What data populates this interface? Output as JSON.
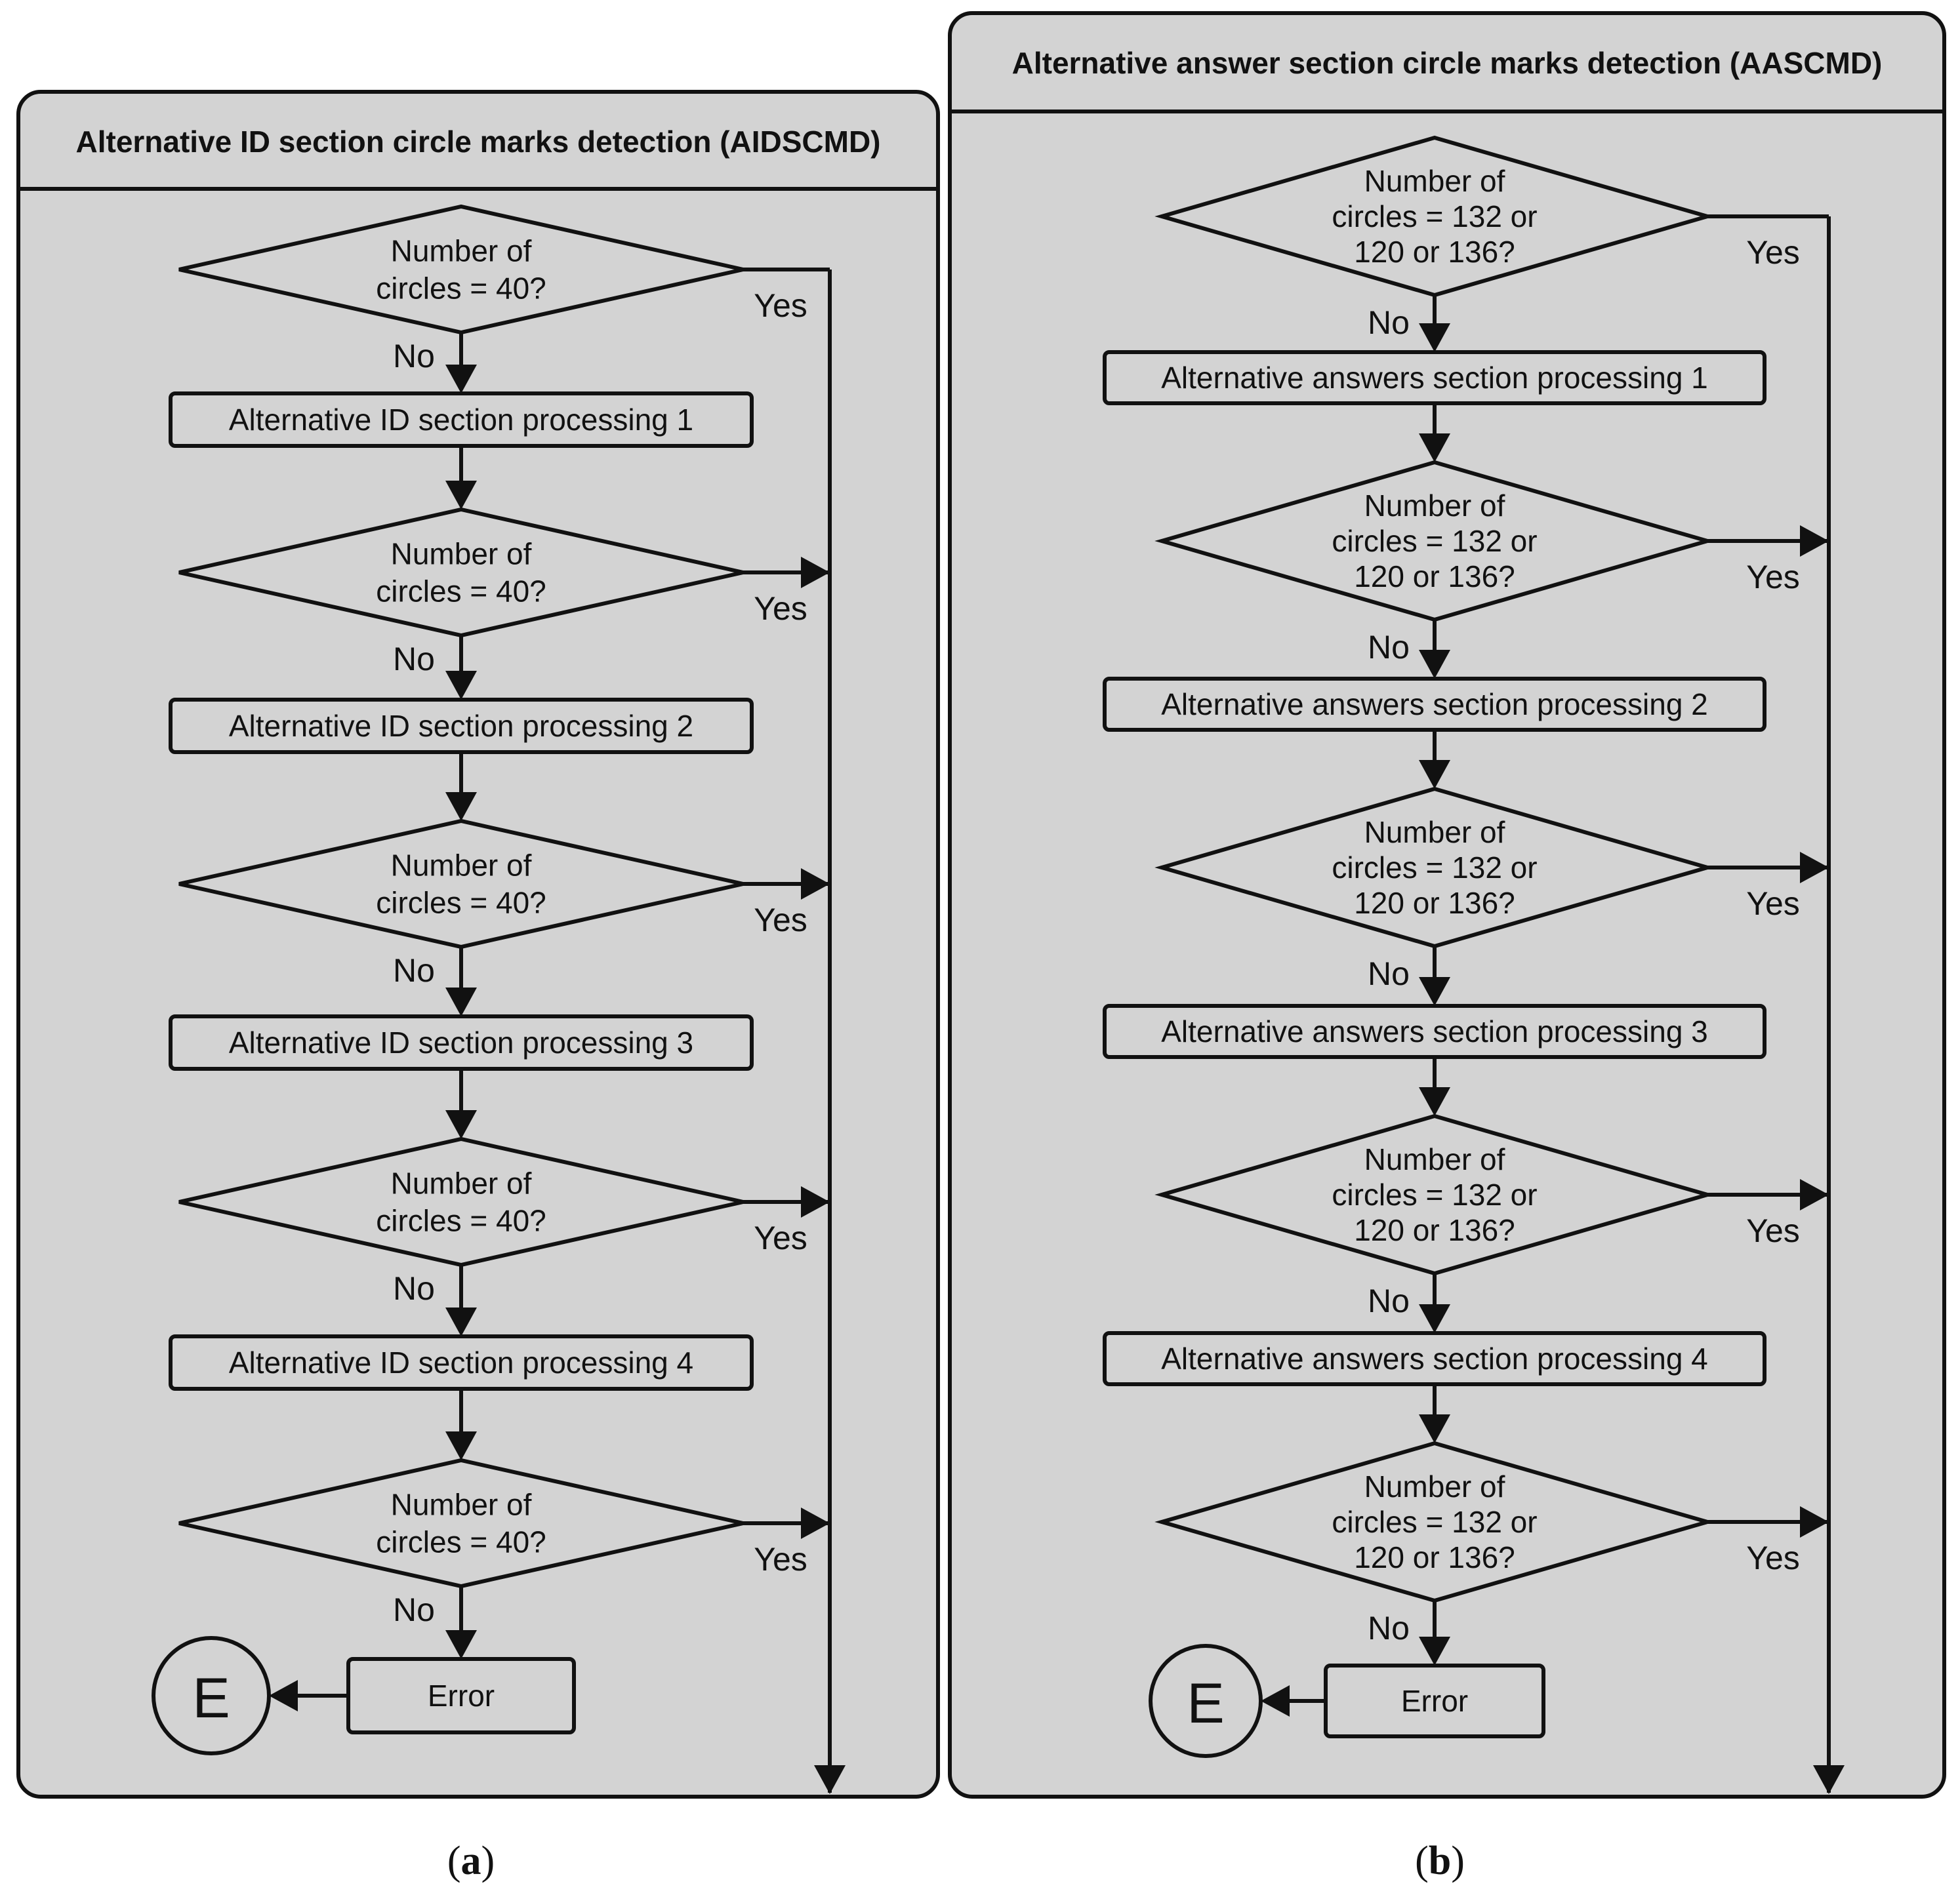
{
  "panels": {
    "a": {
      "title": "Alternative ID section circle marks detection (AIDSCMD)",
      "decisions": [
        [
          "Number of",
          "circles = 40?"
        ],
        [
          "Number of",
          "circles = 40?"
        ],
        [
          "Number of",
          "circles = 40?"
        ],
        [
          "Number of",
          "circles = 40?"
        ],
        [
          "Number of",
          "circles = 40?"
        ]
      ],
      "processes": [
        "Alternative ID section processing 1",
        "Alternative ID section processing 2",
        "Alternative ID section processing 3",
        "Alternative ID section processing 4"
      ],
      "error": "Error",
      "terminal": "E",
      "yes": "Yes",
      "no": "No",
      "caption_open": "(",
      "caption_letter": "a",
      "caption_close": ")"
    },
    "b": {
      "title": "Alternative answer section circle marks detection (AASCMD)",
      "decisions": [
        [
          "Number of",
          "circles = 132 or",
          "120 or 136?"
        ],
        [
          "Number of",
          "circles = 132 or",
          "120 or 136?"
        ],
        [
          "Number of",
          "circles = 132 or",
          "120 or 136?"
        ],
        [
          "Number of",
          "circles = 132 or",
          "120 or 136?"
        ],
        [
          "Number of",
          "circles = 132 or",
          "120 or 136?"
        ]
      ],
      "processes": [
        "Alternative answers section processing 1",
        "Alternative answers section processing 2",
        "Alternative answers section processing 3",
        "Alternative answers section processing 4"
      ],
      "error": "Error",
      "terminal": "E",
      "yes": "Yes",
      "no": "No",
      "caption_open": "(",
      "caption_letter": "b",
      "caption_close": ")"
    }
  }
}
